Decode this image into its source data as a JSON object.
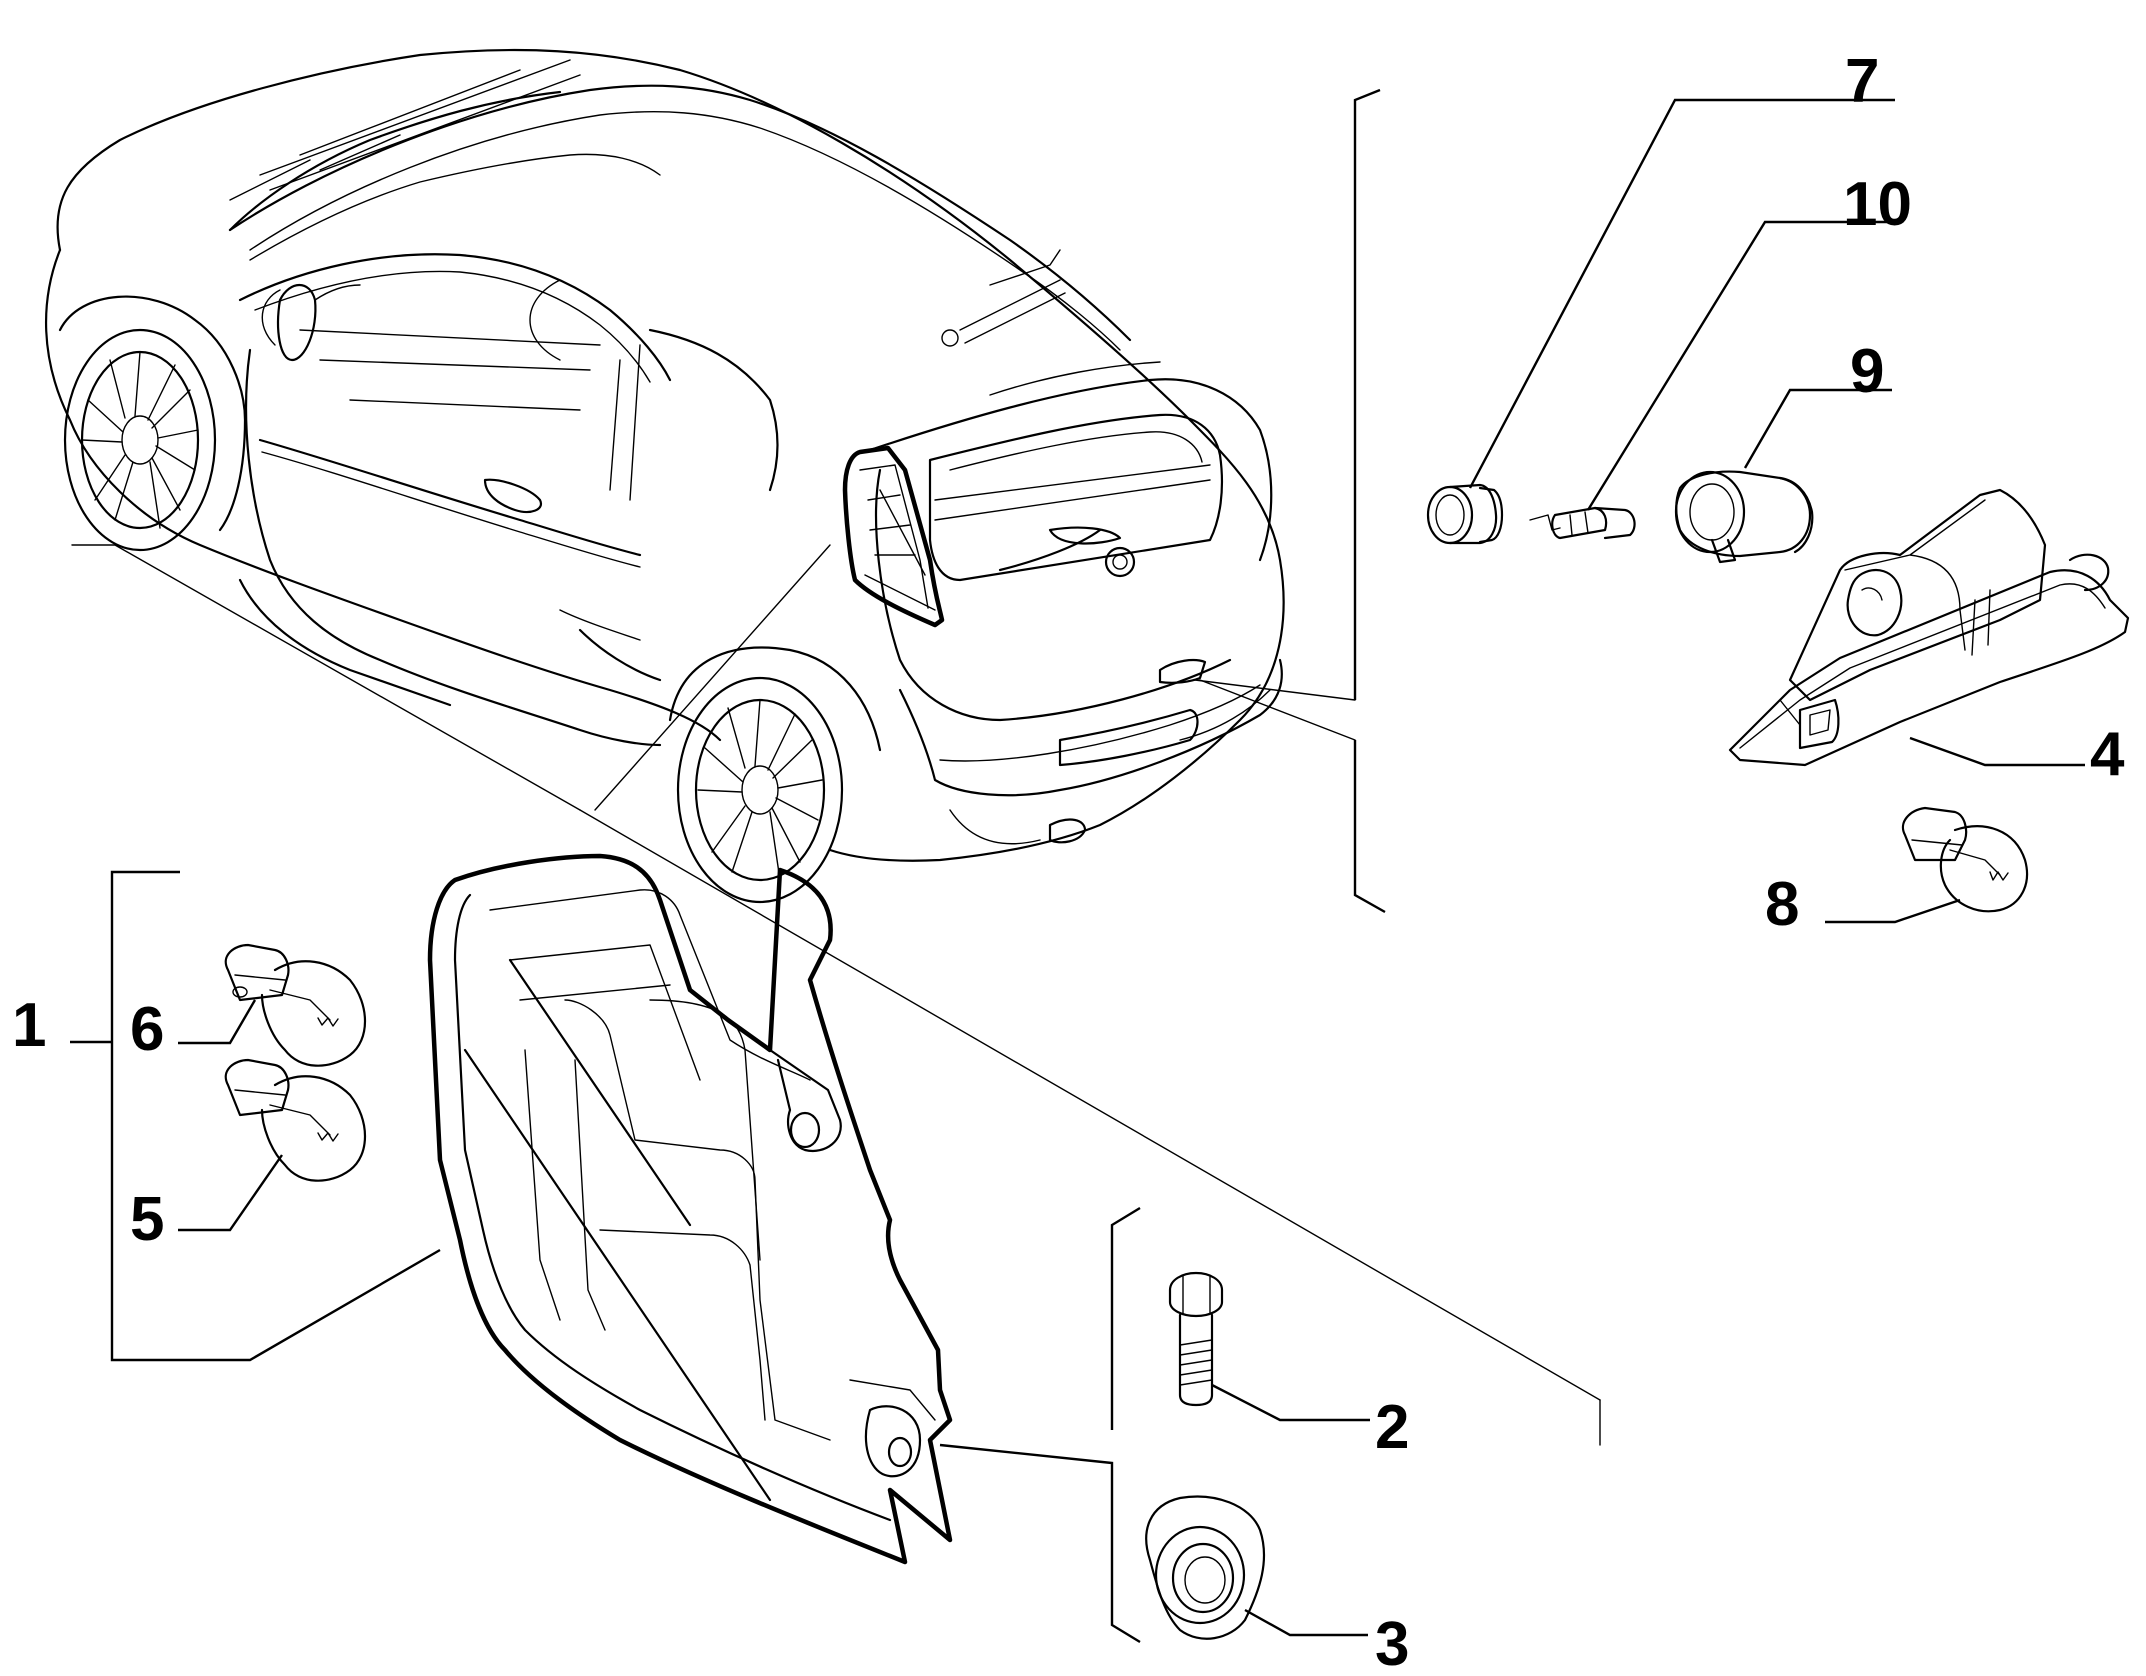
{
  "callouts": {
    "c1": "1",
    "c2": "2",
    "c3": "3",
    "c4": "4",
    "c5": "5",
    "c6": "6",
    "c7": "7",
    "c8": "8",
    "c9": "9",
    "c10": "10"
  },
  "colors": {
    "line": "#000000",
    "background": "#ffffff"
  },
  "icons": {
    "car": "hatchback-rear-three-quarter-icon",
    "tail_lamp": "tail-lamp-assembly-icon",
    "bulb": "bulb-icon",
    "screw": "screw-icon",
    "grommet": "grommet-icon",
    "plate_light": "licence-plate-lamp-icon",
    "bulb_holder": "bulb-holder-icon",
    "terminal": "terminal-icon",
    "plug": "plug-icon"
  }
}
